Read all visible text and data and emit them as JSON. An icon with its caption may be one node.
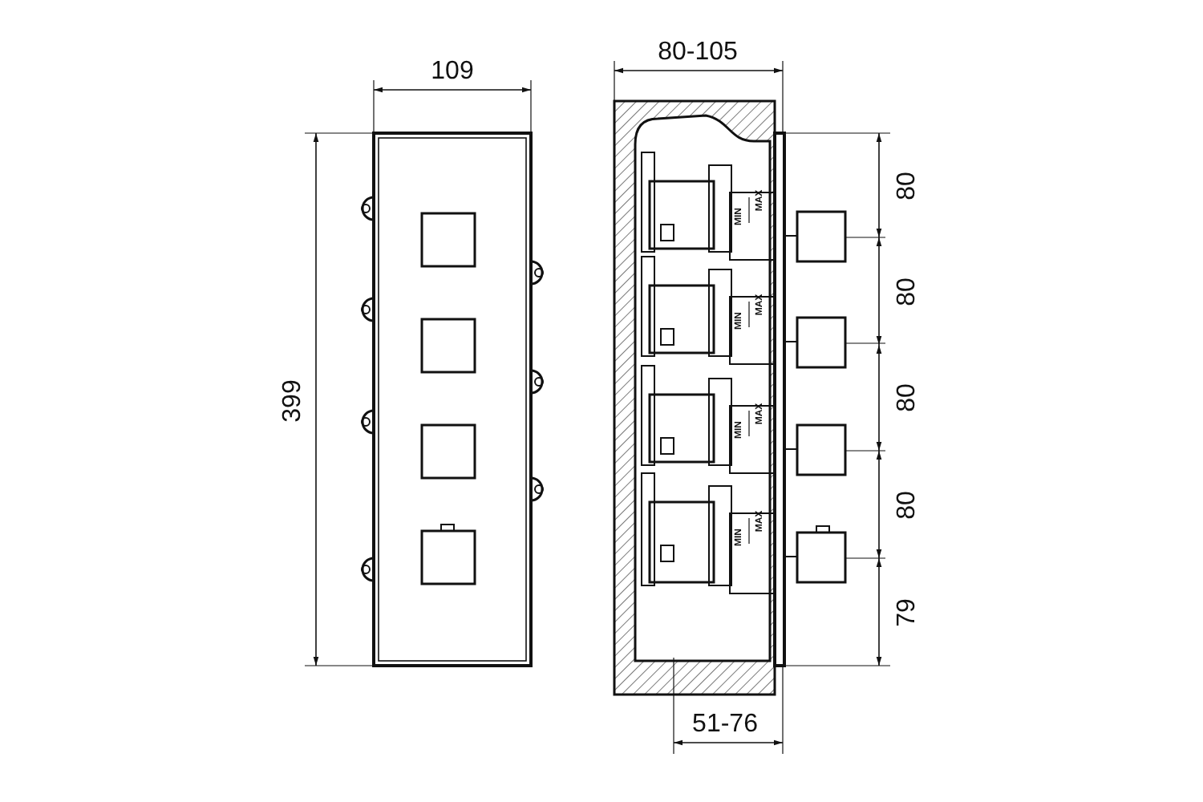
{
  "diagram": {
    "labels": [
      "109",
      "399",
      "80-105",
      "80",
      "80",
      "80",
      "80",
      "79",
      "51-76",
      "MIN",
      "MAX",
      "MIN",
      "MAX",
      "MIN",
      "MAX",
      "MIN",
      "MAX"
    ]
  }
}
